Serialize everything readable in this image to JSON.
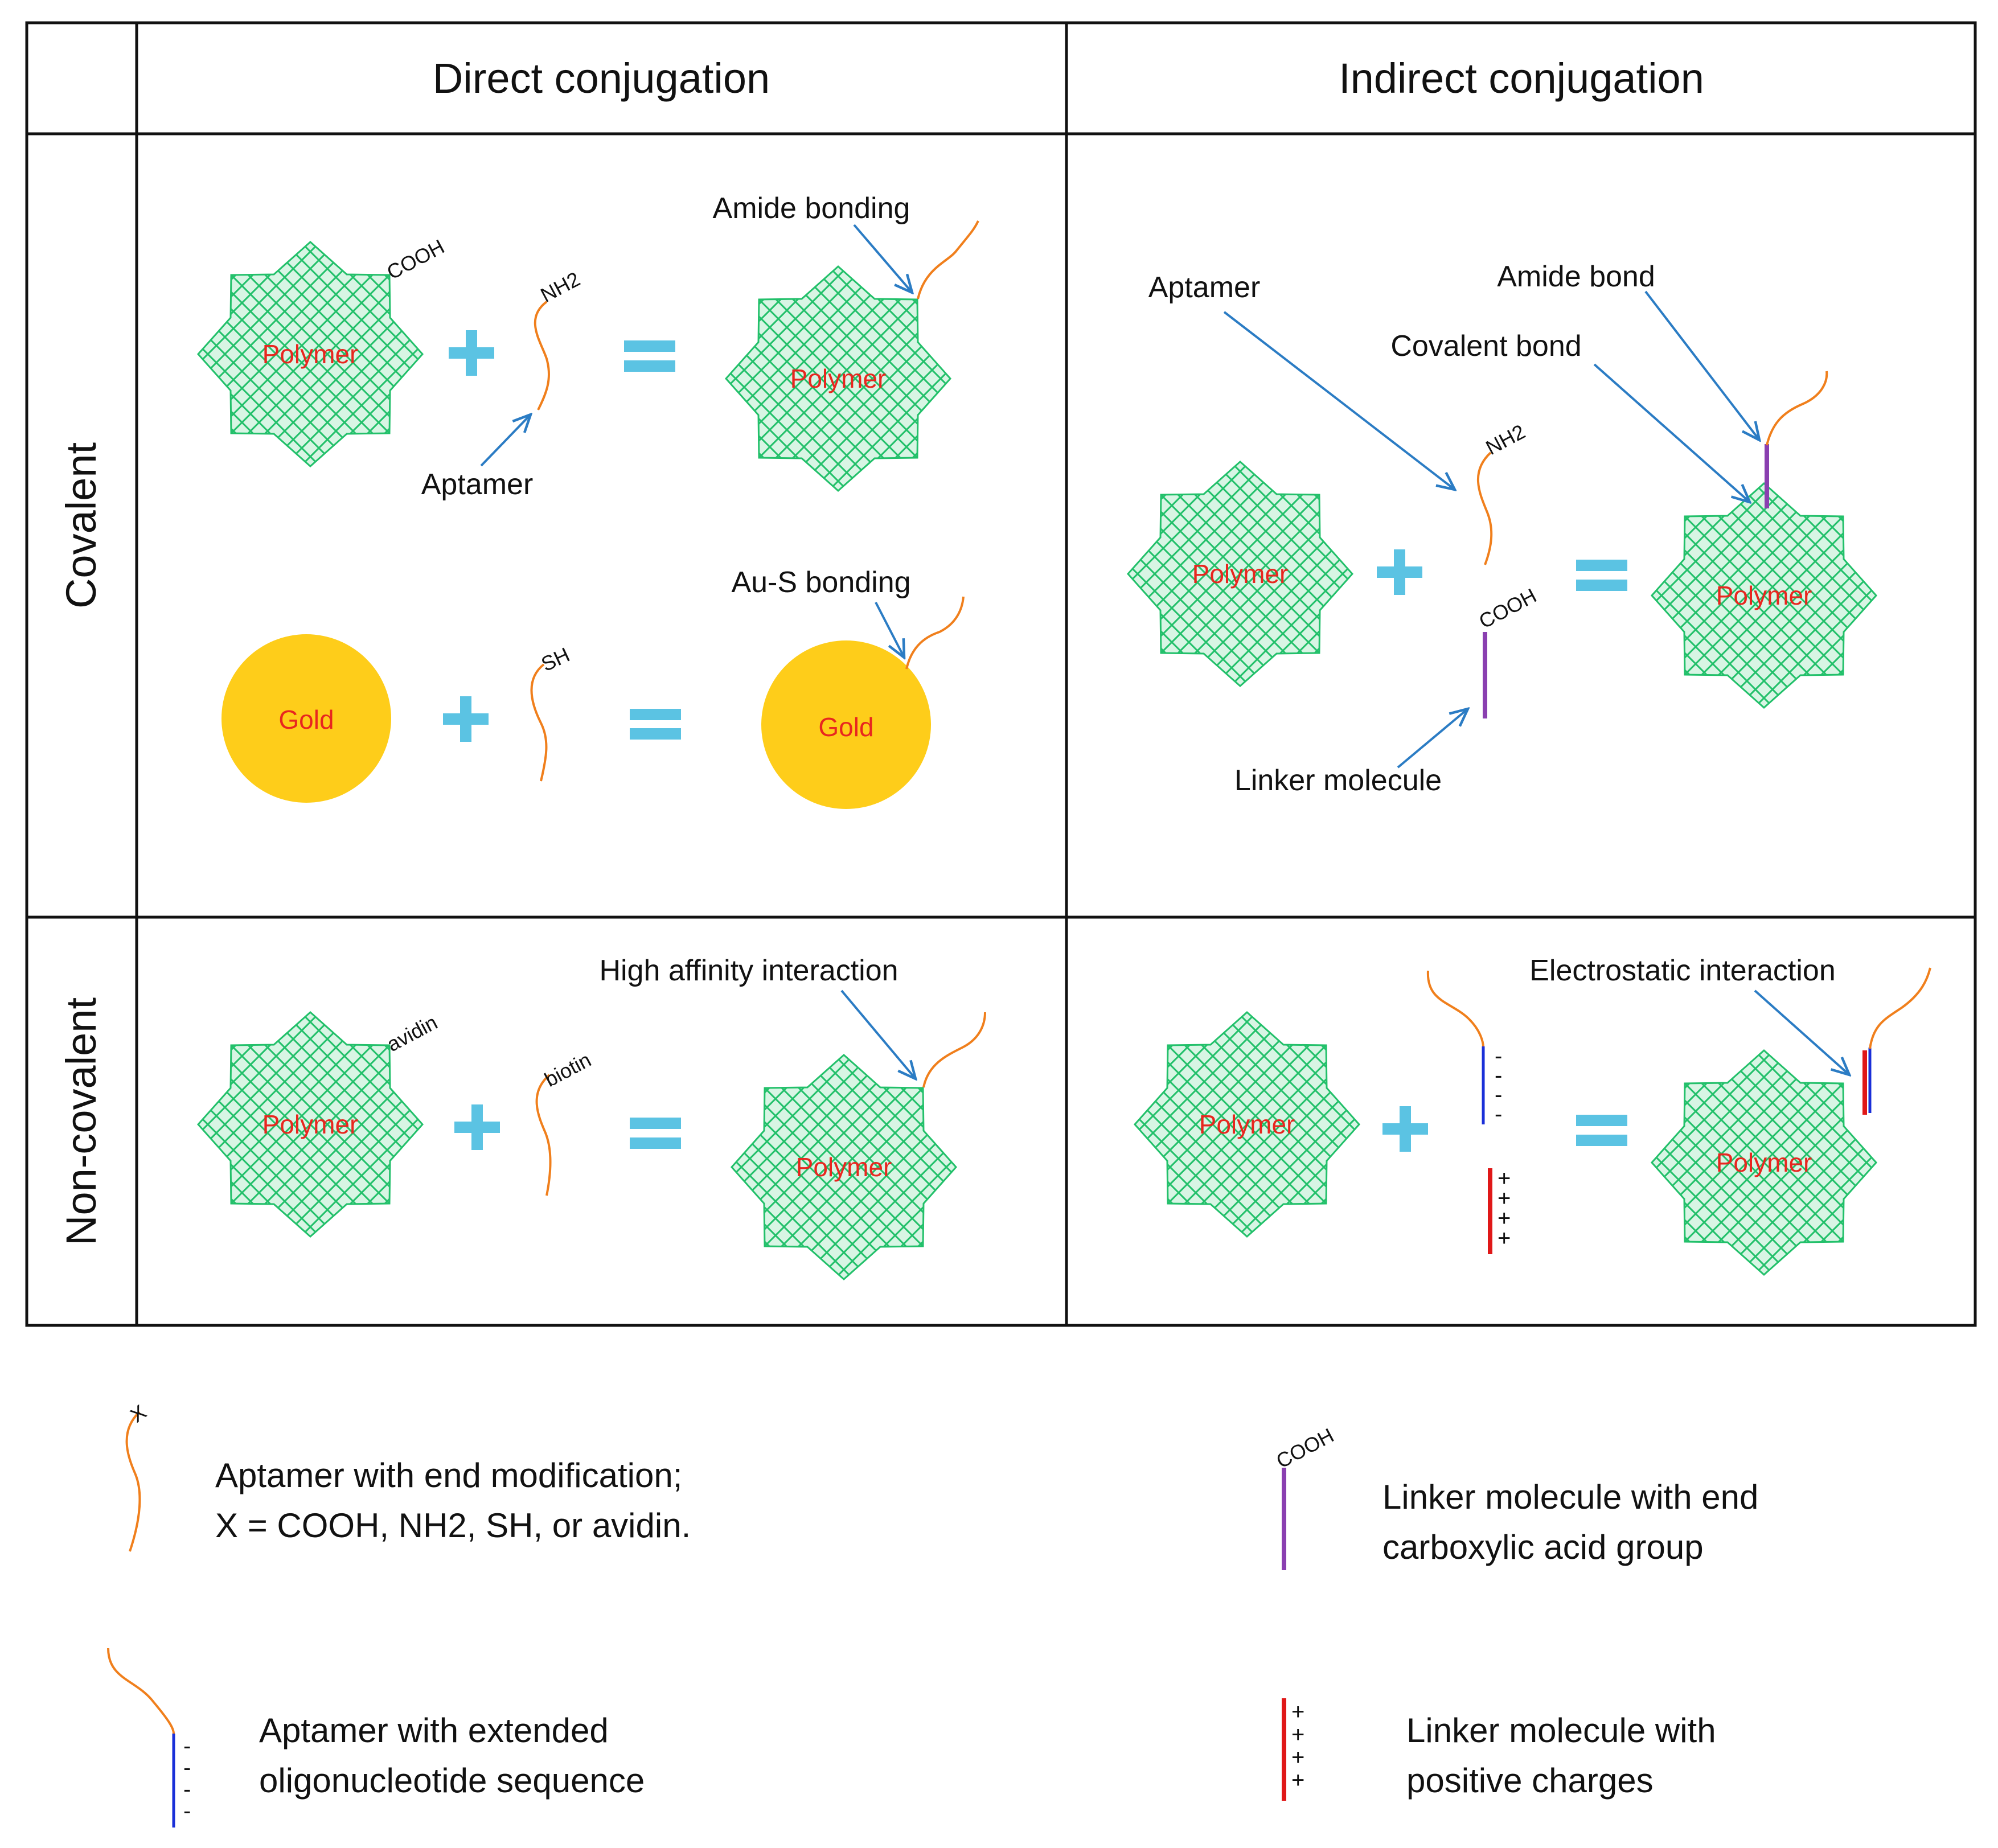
{
  "headers": {
    "direct": "Direct conjugation",
    "indirect": "Indirect conjugation",
    "covalent": "Covalent",
    "noncovalent": "Non-covalent"
  },
  "direct_covalent": {
    "polymer": "Polymer",
    "cooh": "COOH",
    "nh2": "NH2",
    "aptamer": "Aptamer",
    "amide_bonding": "Amide bonding",
    "gold": "Gold",
    "sh": "SH",
    "aus_bonding": "Au-S bonding"
  },
  "indirect_covalent": {
    "polymer": "Polymer",
    "aptamer": "Aptamer",
    "nh2": "NH2",
    "cooh": "COOH",
    "linker_molecule": "Linker molecule",
    "amide_bond": "Amide bond",
    "covalent_bond": "Covalent bond"
  },
  "direct_noncovalent": {
    "polymer": "Polymer",
    "avidin": "avidin",
    "biotin": "biotin",
    "high_affinity": "High affinity  interaction"
  },
  "indirect_noncovalent": {
    "polymer": "Polymer",
    "electrostatic": "Electrostatic interaction",
    "minus": "-",
    "plus": "+"
  },
  "legend": {
    "x": "X",
    "aptamer_mod_1": "Aptamer with end modification;",
    "aptamer_mod_2": "X = COOH, NH2, SH, or avidin.",
    "cooh": "COOH",
    "linker_acid_1": "Linker molecule with end",
    "linker_acid_2": "carboxylic acid group",
    "aptamer_ext_1": "Aptamer with extended",
    "aptamer_ext_2": "oligonucleotide sequence",
    "linker_pos_1": "Linker molecule with",
    "linker_pos_2": "positive charges"
  },
  "colors": {
    "polymer_fill": "#d8f5e4",
    "polymer_hatch": "#22c06a",
    "gold": "#fecd1a",
    "aptamer": "#f07f1c",
    "linker_purple": "#8a3fb0",
    "linker_red": "#e01818",
    "ext_blue": "#1a2fd8",
    "arrow": "#2b7cc4",
    "plus_equal": "#5bc3e3",
    "label_red": "#e8261f"
  }
}
